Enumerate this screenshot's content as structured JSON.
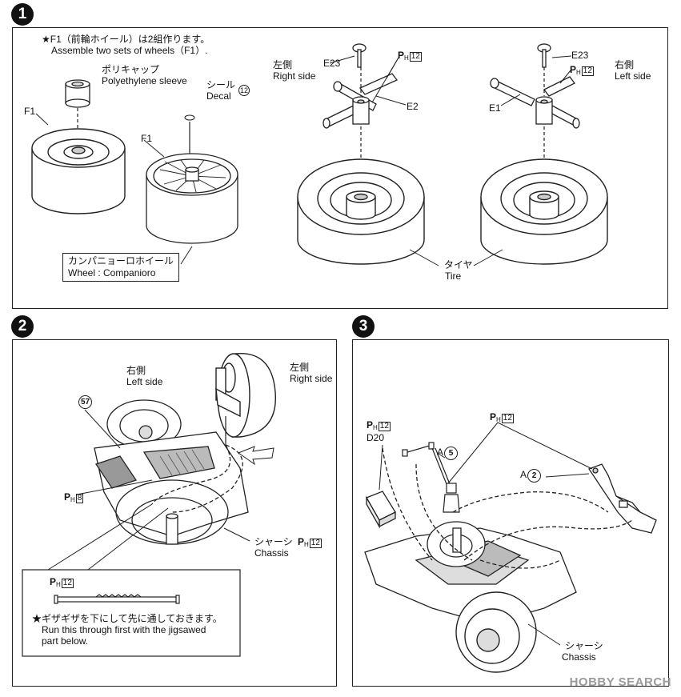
{
  "steps": {
    "s1": "1",
    "s2": "2",
    "s3": "3"
  },
  "step1": {
    "note_jp": "★F1（前輪ホイール）は2組作ります。",
    "note_en": "Assemble two sets of wheels（F1）.",
    "poly_jp": "ポリキャップ",
    "poly_en": "Polyethylene sleeve",
    "seal_jp": "シール",
    "seal_en": "Decal",
    "seal_num": "12",
    "f1a": "F1",
    "f1b": "F1",
    "wheel_jp": "カンパニョーロホイール",
    "wheel_en": "Wheel : Companioro",
    "left_jp": "左側",
    "left_en": "Right side",
    "right_jp": "右側",
    "right_en": "Left side",
    "e23a": "E23",
    "e23b": "E23",
    "e2": "E2",
    "e1": "E1",
    "ph_num": "12",
    "tire_jp": "タイヤ",
    "tire_en": "Tire"
  },
  "step2": {
    "right_jp": "右側",
    "right_en": "Left side",
    "left_jp": "左側",
    "left_en": "Right side",
    "part57": "57",
    "ph8": "8",
    "chassis_jp": "シャーシ",
    "chassis_en": "Chassis",
    "ph12": "12",
    "inset_ph": "12",
    "inset_jp": "★ギザギザを下にして先に通しておきます。",
    "inset_en1": "Run this through first with the jigsawed",
    "inset_en2": "part below."
  },
  "step3": {
    "ph12a": "12",
    "d20": "D20",
    "ph12b": "12",
    "a5_letter": "A",
    "a5_num": "5",
    "a2_letter": "A",
    "a2_num": "2",
    "chassis_jp": "シャーシ",
    "chassis_en": "Chassis"
  },
  "watermark": "HOBBY SEARCH"
}
